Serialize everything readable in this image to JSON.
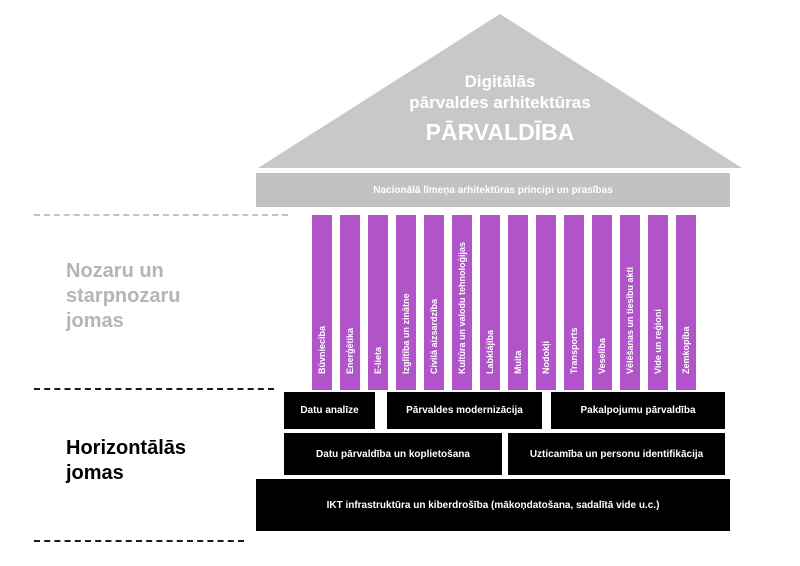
{
  "roof": {
    "title_line1": "Digitālās",
    "title_line2": "pārvaldes arhitektūras",
    "subtitle": "PĀRVALDĪBA"
  },
  "beam_label": "Nacionālā līmeņa arhitektūras principi un prasības",
  "sectoral": {
    "label_line1": "Nozaru un",
    "label_line2": "starpnozaru",
    "label_line3": "jomas",
    "pillars": [
      "Būvniecība",
      "Enerģētika",
      "E-lieta",
      "Izglītība un zinātne",
      "Civilā aizsardzība",
      "Kultūra un valodu tehnoloģijas",
      "Labklājība",
      "Muita",
      "Nodokļi",
      "Transports",
      "Veselība",
      "Vēlēšanas un tiesību akti",
      "Vide un reģioni",
      "Zemkopība"
    ]
  },
  "horizontal": {
    "label_line1": "Horizontālās",
    "label_line2": "jomas",
    "row1": [
      "Datu analīze",
      "Pārvaldes modernizācija",
      "Pakalpojumu pārvaldība"
    ],
    "row2": [
      "Datu pārvaldība un koplietošana",
      "Uzticamība un personu identifikācija"
    ],
    "row3": [
      "IKT infrastruktūra un kiberdrošība (mākoņdatošana, sadalītā vide u.c.)"
    ]
  },
  "colors": {
    "roof_gray": "#c8c8c8",
    "sectoral_label": "#b5b5b5",
    "pillar": "#b154c9",
    "block": "#000000"
  }
}
